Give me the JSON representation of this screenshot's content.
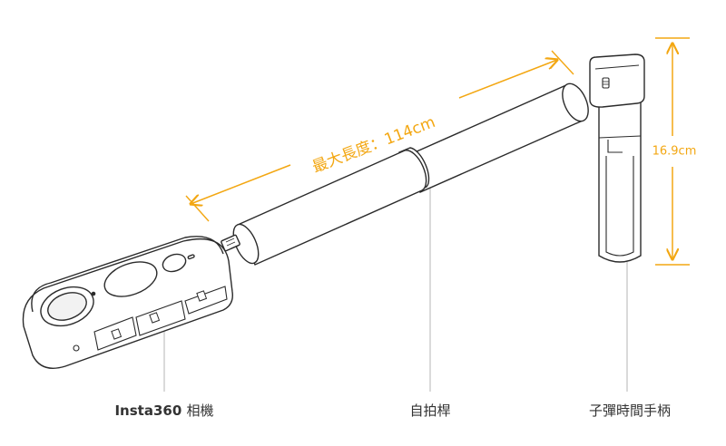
{
  "colors": {
    "accent": "#f3a712",
    "line": "#2b2b2b",
    "leader": "#b5b5b5",
    "label": "#333333"
  },
  "dimensions": {
    "max_length": "最大長度：114cm",
    "handle_height": "16.9cm"
  },
  "labels": {
    "camera_brand": "Insta360",
    "camera_suffix": "相機",
    "selfie_stick": "自拍桿",
    "bullet_time_handle": "子彈時間手柄"
  }
}
